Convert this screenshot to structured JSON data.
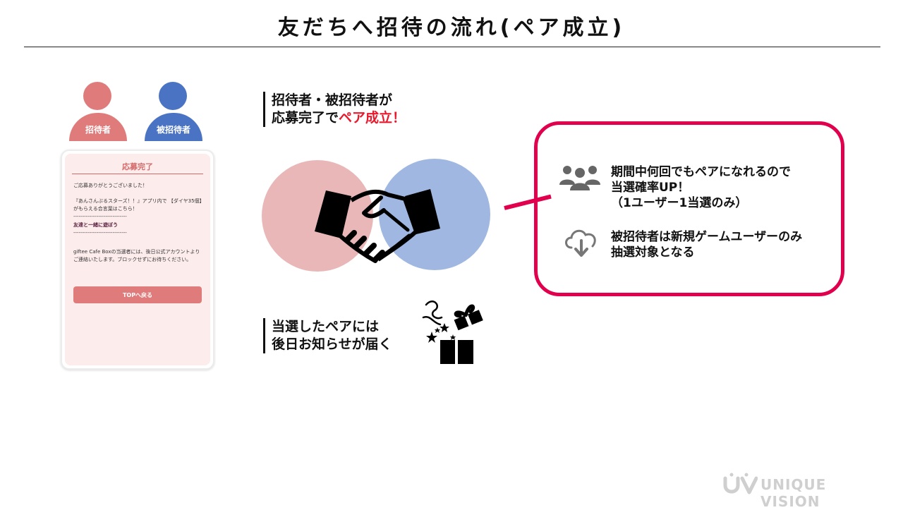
{
  "header": {
    "title": "友だちへ招待の流れ(ペア成立)"
  },
  "people": {
    "inviter": "招待者",
    "invitee": "被招待者"
  },
  "phone": {
    "title": "応募完了",
    "thanks": "ご応募ありがとうございました！",
    "promo": "『あんさんぶるスターズ！！』アプリ内で 【ダイヤ35個】がもらえる合言葉はこちら！",
    "dash1": "------------------------------",
    "keyword": "友達と一緒に遊ぼう",
    "dash2": "------------------------------",
    "notice": "giftee Cafe Boxの当選者には、後日公式アカウントよりご連絡いたします。ブロックせずにお待ちください。",
    "button": "TOPへ戻る"
  },
  "steps": {
    "pair_line1": "招待者・被招待者が",
    "pair_line2_prefix": "応募完了で",
    "pair_line2_emphasis": "ペア成立！",
    "win_line1": "当選したペアには",
    "win_line2": "後日お知らせが届く"
  },
  "callout": {
    "point1_line1": "期間中何回でもペアになれるので",
    "point1_line2": "当選確率UP！",
    "point1_line3": "（1ユーザー1当選のみ）",
    "point2_line1": "被招待者は新規ゲームユーザーのみ",
    "point2_line2": "抽選対象となる"
  },
  "footer": {
    "brand": "UNIQUE VISION"
  },
  "colors": {
    "accent": "#e0004d",
    "inviter": "#e07b7b",
    "invitee": "#4a73c4",
    "emphasis": "#e8192c"
  },
  "icons": [
    "user-group-icon",
    "cloud-download-icon",
    "handshake-icon",
    "gift-box-icon",
    "logo-mark-icon"
  ]
}
